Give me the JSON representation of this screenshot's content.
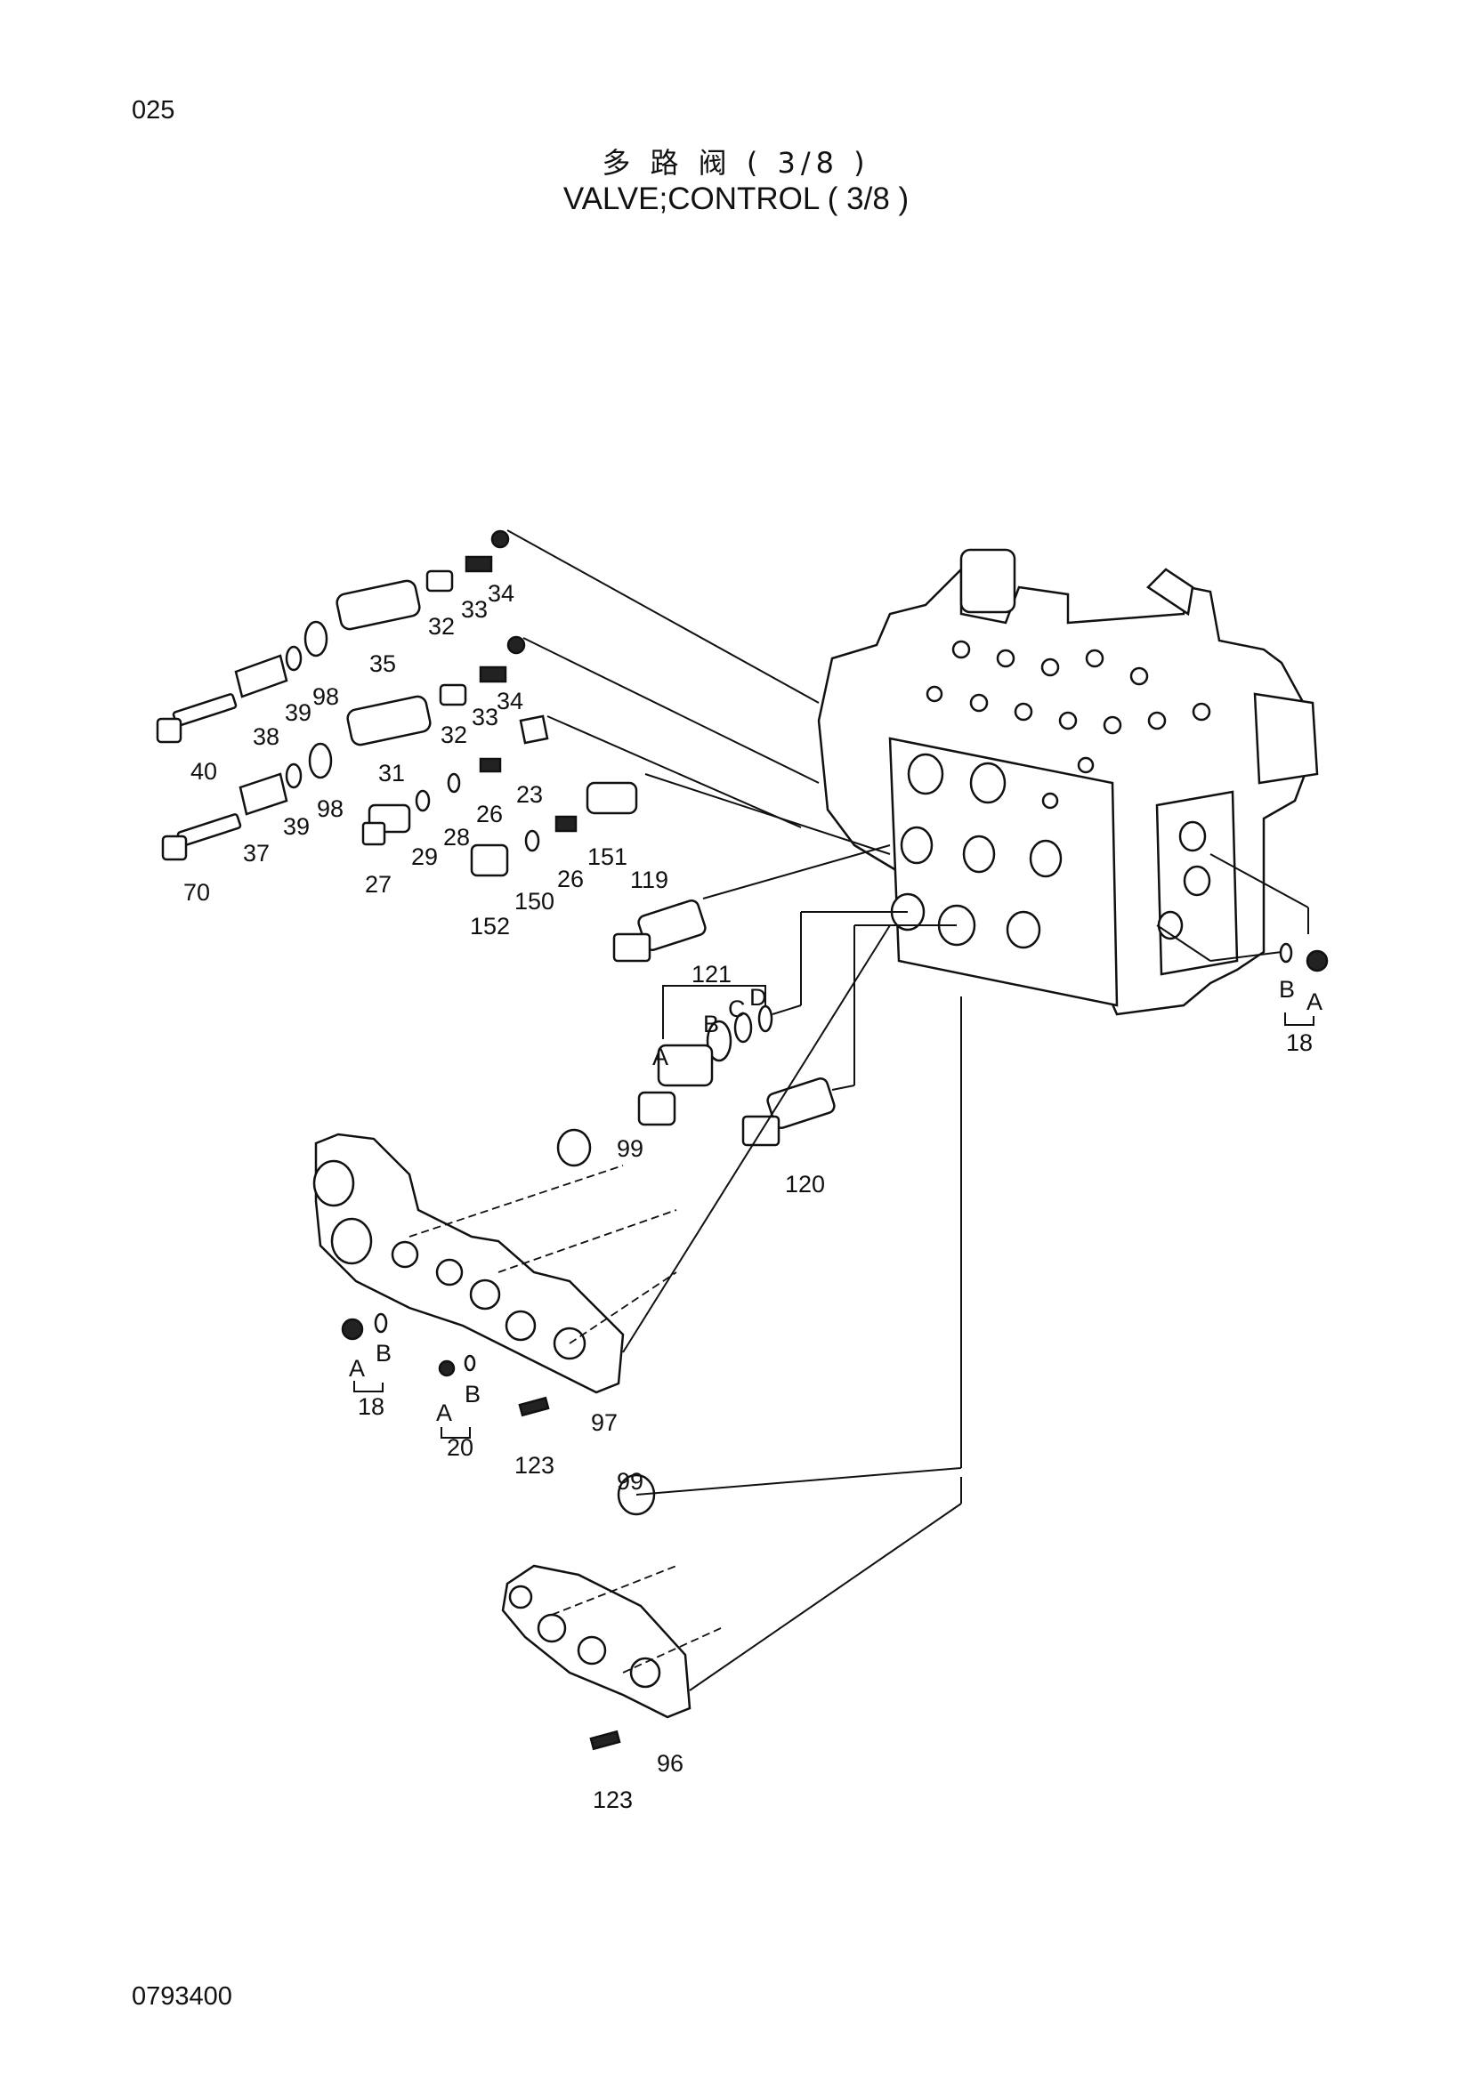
{
  "page": {
    "page_number": "025",
    "title_cn": "多 路 阀 ( 3/8 )",
    "title_en": "VALVE;CONTROL ( 3/8 )",
    "doc_code": "0793400"
  },
  "callouts": {
    "c34a": "34",
    "c33a": "33",
    "c32a": "32",
    "c35": "35",
    "c98a": "98",
    "c39a": "39",
    "c38": "38",
    "c40": "40",
    "c34b": "34",
    "c33b": "33",
    "c32b": "32",
    "c31": "31",
    "c98b": "98",
    "c39b": "39",
    "c37": "37",
    "c70": "70",
    "c23": "23",
    "c26a": "26",
    "c28": "28",
    "c29": "29",
    "c27": "27",
    "c151": "151",
    "c26b": "26",
    "c150": "150",
    "c152": "152",
    "c119": "119",
    "c121": "121",
    "cA1": "A",
    "cB1": "B",
    "cC1": "C",
    "cD1": "D",
    "c120": "120",
    "c99a": "99",
    "cB2": "B",
    "cA2": "A",
    "c18a": "18",
    "cA3": "A",
    "cB3": "B",
    "c18b": "18",
    "cA4": "A",
    "cB4": "B",
    "c20": "20",
    "c123a": "123",
    "c97": "97",
    "c99b": "99",
    "c96": "96",
    "c123b": "123"
  }
}
